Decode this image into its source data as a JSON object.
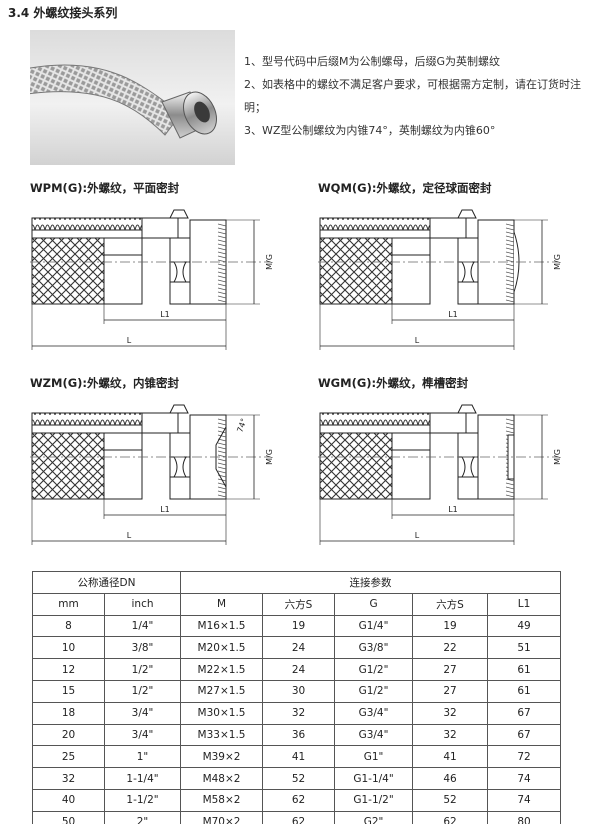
{
  "section": {
    "title": "3.4 外螺纹接头系列"
  },
  "notes": [
    "1、型号代码中后缀M为公制螺母，后缀G为英制螺纹",
    "2、如表格中的螺纹不满足客户要求，可根据需方定制，请在订货时注明；",
    "3、WZ型公制螺纹为内锥74°，英制螺纹为内锥60°"
  ],
  "diagrams": [
    {
      "title": "WPM(G):外螺纹，平面密封",
      "mg": "M/G",
      "l1": "L1",
      "l": "L"
    },
    {
      "title": "WQM(G):外螺纹，定径球面密封",
      "mg": "M/G",
      "l1": "L1",
      "l": "L"
    },
    {
      "title": "WZM(G):外螺纹，内锥密封",
      "mg": "M/G",
      "l1": "L1",
      "l": "L",
      "angle": "74°"
    },
    {
      "title": "WGM(G):外螺纹，榫槽密封",
      "mg": "M/G",
      "l1": "L1",
      "l": "L"
    }
  ],
  "table": {
    "group_headers": [
      "公称通径DN",
      "连接参数"
    ],
    "columns": [
      "mm",
      "inch",
      "M",
      "六方S",
      "G",
      "六方S",
      "L1"
    ],
    "rows": [
      [
        "8",
        "1/4\"",
        "M16×1.5",
        "19",
        "G1/4\"",
        "19",
        "49"
      ],
      [
        "10",
        "3/8\"",
        "M20×1.5",
        "24",
        "G3/8\"",
        "22",
        "51"
      ],
      [
        "12",
        "1/2\"",
        "M22×1.5",
        "24",
        "G1/2\"",
        "27",
        "61"
      ],
      [
        "15",
        "1/2\"",
        "M27×1.5",
        "30",
        "G1/2\"",
        "27",
        "61"
      ],
      [
        "18",
        "3/4\"",
        "M30×1.5",
        "32",
        "G3/4\"",
        "32",
        "67"
      ],
      [
        "20",
        "3/4\"",
        "M33×1.5",
        "36",
        "G3/4\"",
        "32",
        "67"
      ],
      [
        "25",
        "1\"",
        "M39×2",
        "41",
        "G1\"",
        "41",
        "72"
      ],
      [
        "32",
        "1-1/4\"",
        "M48×2",
        "52",
        "G1-1/4\"",
        "46",
        "74"
      ],
      [
        "40",
        "1-1/2\"",
        "M58×2",
        "62",
        "G1-1/2\"",
        "52",
        "74"
      ],
      [
        "50",
        "2\"",
        "M70×2",
        "62",
        "G2\"",
        "62",
        "80"
      ]
    ]
  }
}
